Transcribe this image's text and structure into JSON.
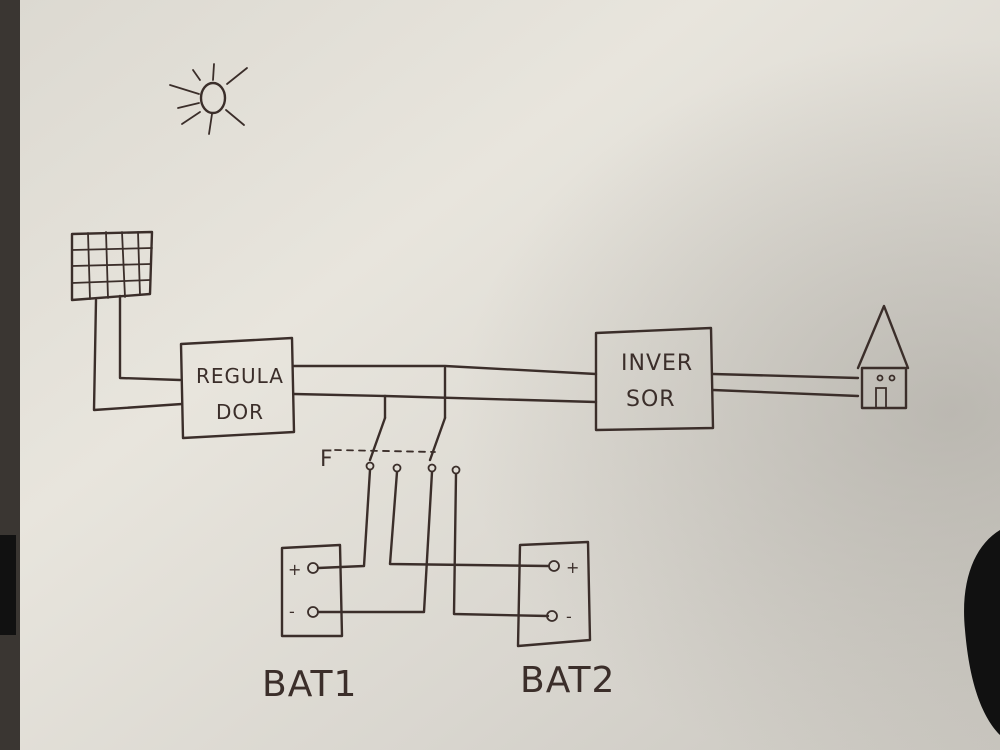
{
  "labels": {
    "regulator_line1": "REGULA",
    "regulator_line2": "DOR",
    "inverter_line1": "INVER",
    "inverter_line2": "SOR",
    "switch": "F",
    "battery1": "BAT1",
    "battery2": "BAT2",
    "bat1_plus": "+",
    "bat1_minus": "-",
    "bat2_plus": "+",
    "bat2_minus": "-"
  },
  "icons": {
    "sun": "sun-icon",
    "solar_panel": "solar-panel-icon",
    "house": "house-icon"
  },
  "colors": {
    "ink": "#3b2e2a",
    "paper": "#e9e6de"
  }
}
